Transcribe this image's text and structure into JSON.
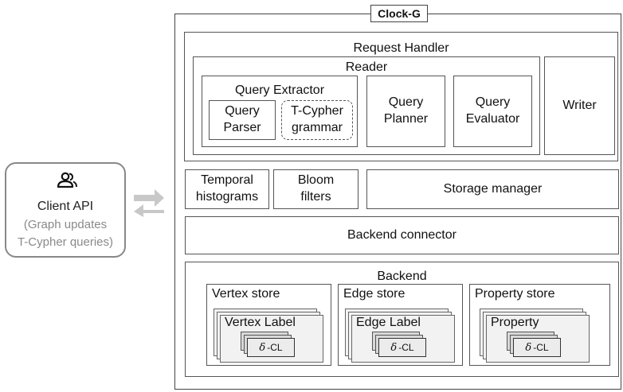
{
  "system": {
    "title": "Clock-G"
  },
  "client": {
    "title": "Client API",
    "line1": "(Graph updates",
    "line2": "T-Cypher queries)",
    "icon": "users-icon"
  },
  "request_handler": {
    "title": "Request Handler",
    "reader": {
      "title": "Reader",
      "query_extractor": {
        "title": "Query Extractor",
        "parser": [
          "Query",
          "Parser"
        ],
        "grammar": [
          "T-Cypher",
          "grammar"
        ]
      },
      "planner": [
        "Query",
        "Planner"
      ],
      "evaluator": [
        "Query",
        "Evaluator"
      ]
    },
    "writer": "Writer"
  },
  "temporal_histograms": [
    "Temporal",
    "histograms"
  ],
  "bloom_filters": [
    "Bloom",
    "filters"
  ],
  "storage_manager": "Storage manager",
  "backend_connector": "Backend connector",
  "backend": {
    "title": "Backend",
    "stores": [
      {
        "name": "Vertex store",
        "inner": "Vertex Label",
        "cl_symbol": "δ",
        "cl_text": "-CL"
      },
      {
        "name": "Edge store",
        "inner": "Edge Label",
        "cl_symbol": "δ",
        "cl_text": "-CL"
      },
      {
        "name": "Property store",
        "inner": "Property",
        "cl_symbol": "δ",
        "cl_text": "-CL"
      }
    ]
  }
}
